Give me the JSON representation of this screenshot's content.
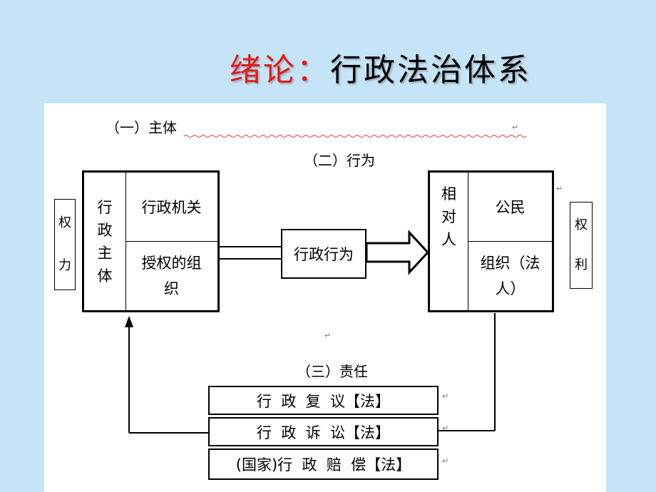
{
  "title": {
    "part1": "绪论：",
    "part2": "行政法治体系"
  },
  "section1": "（一）主体",
  "section2": "（二）行为",
  "section3": "（三）责任",
  "power": [
    "权",
    "力"
  ],
  "rights": [
    "权",
    "利"
  ],
  "subject": {
    "label": [
      "行",
      "政",
      "主",
      "体"
    ],
    "item1": "行政机关",
    "item2_line1": "授权的组",
    "item2_line2": "织"
  },
  "action": "行政行为",
  "counterpart": {
    "label": [
      "相",
      "对",
      "人"
    ],
    "item1": "公民",
    "item2_line1": "组织（法",
    "item2_line2": "人）"
  },
  "responsibility": [
    "行  政  复  议【法】",
    "行  政  诉  讼【法】",
    "(国家)行  政  赔  偿【法】"
  ],
  "colors": {
    "background": "#c6e4f7",
    "title_red": "#e51a1a",
    "panel": "#ffffff"
  }
}
